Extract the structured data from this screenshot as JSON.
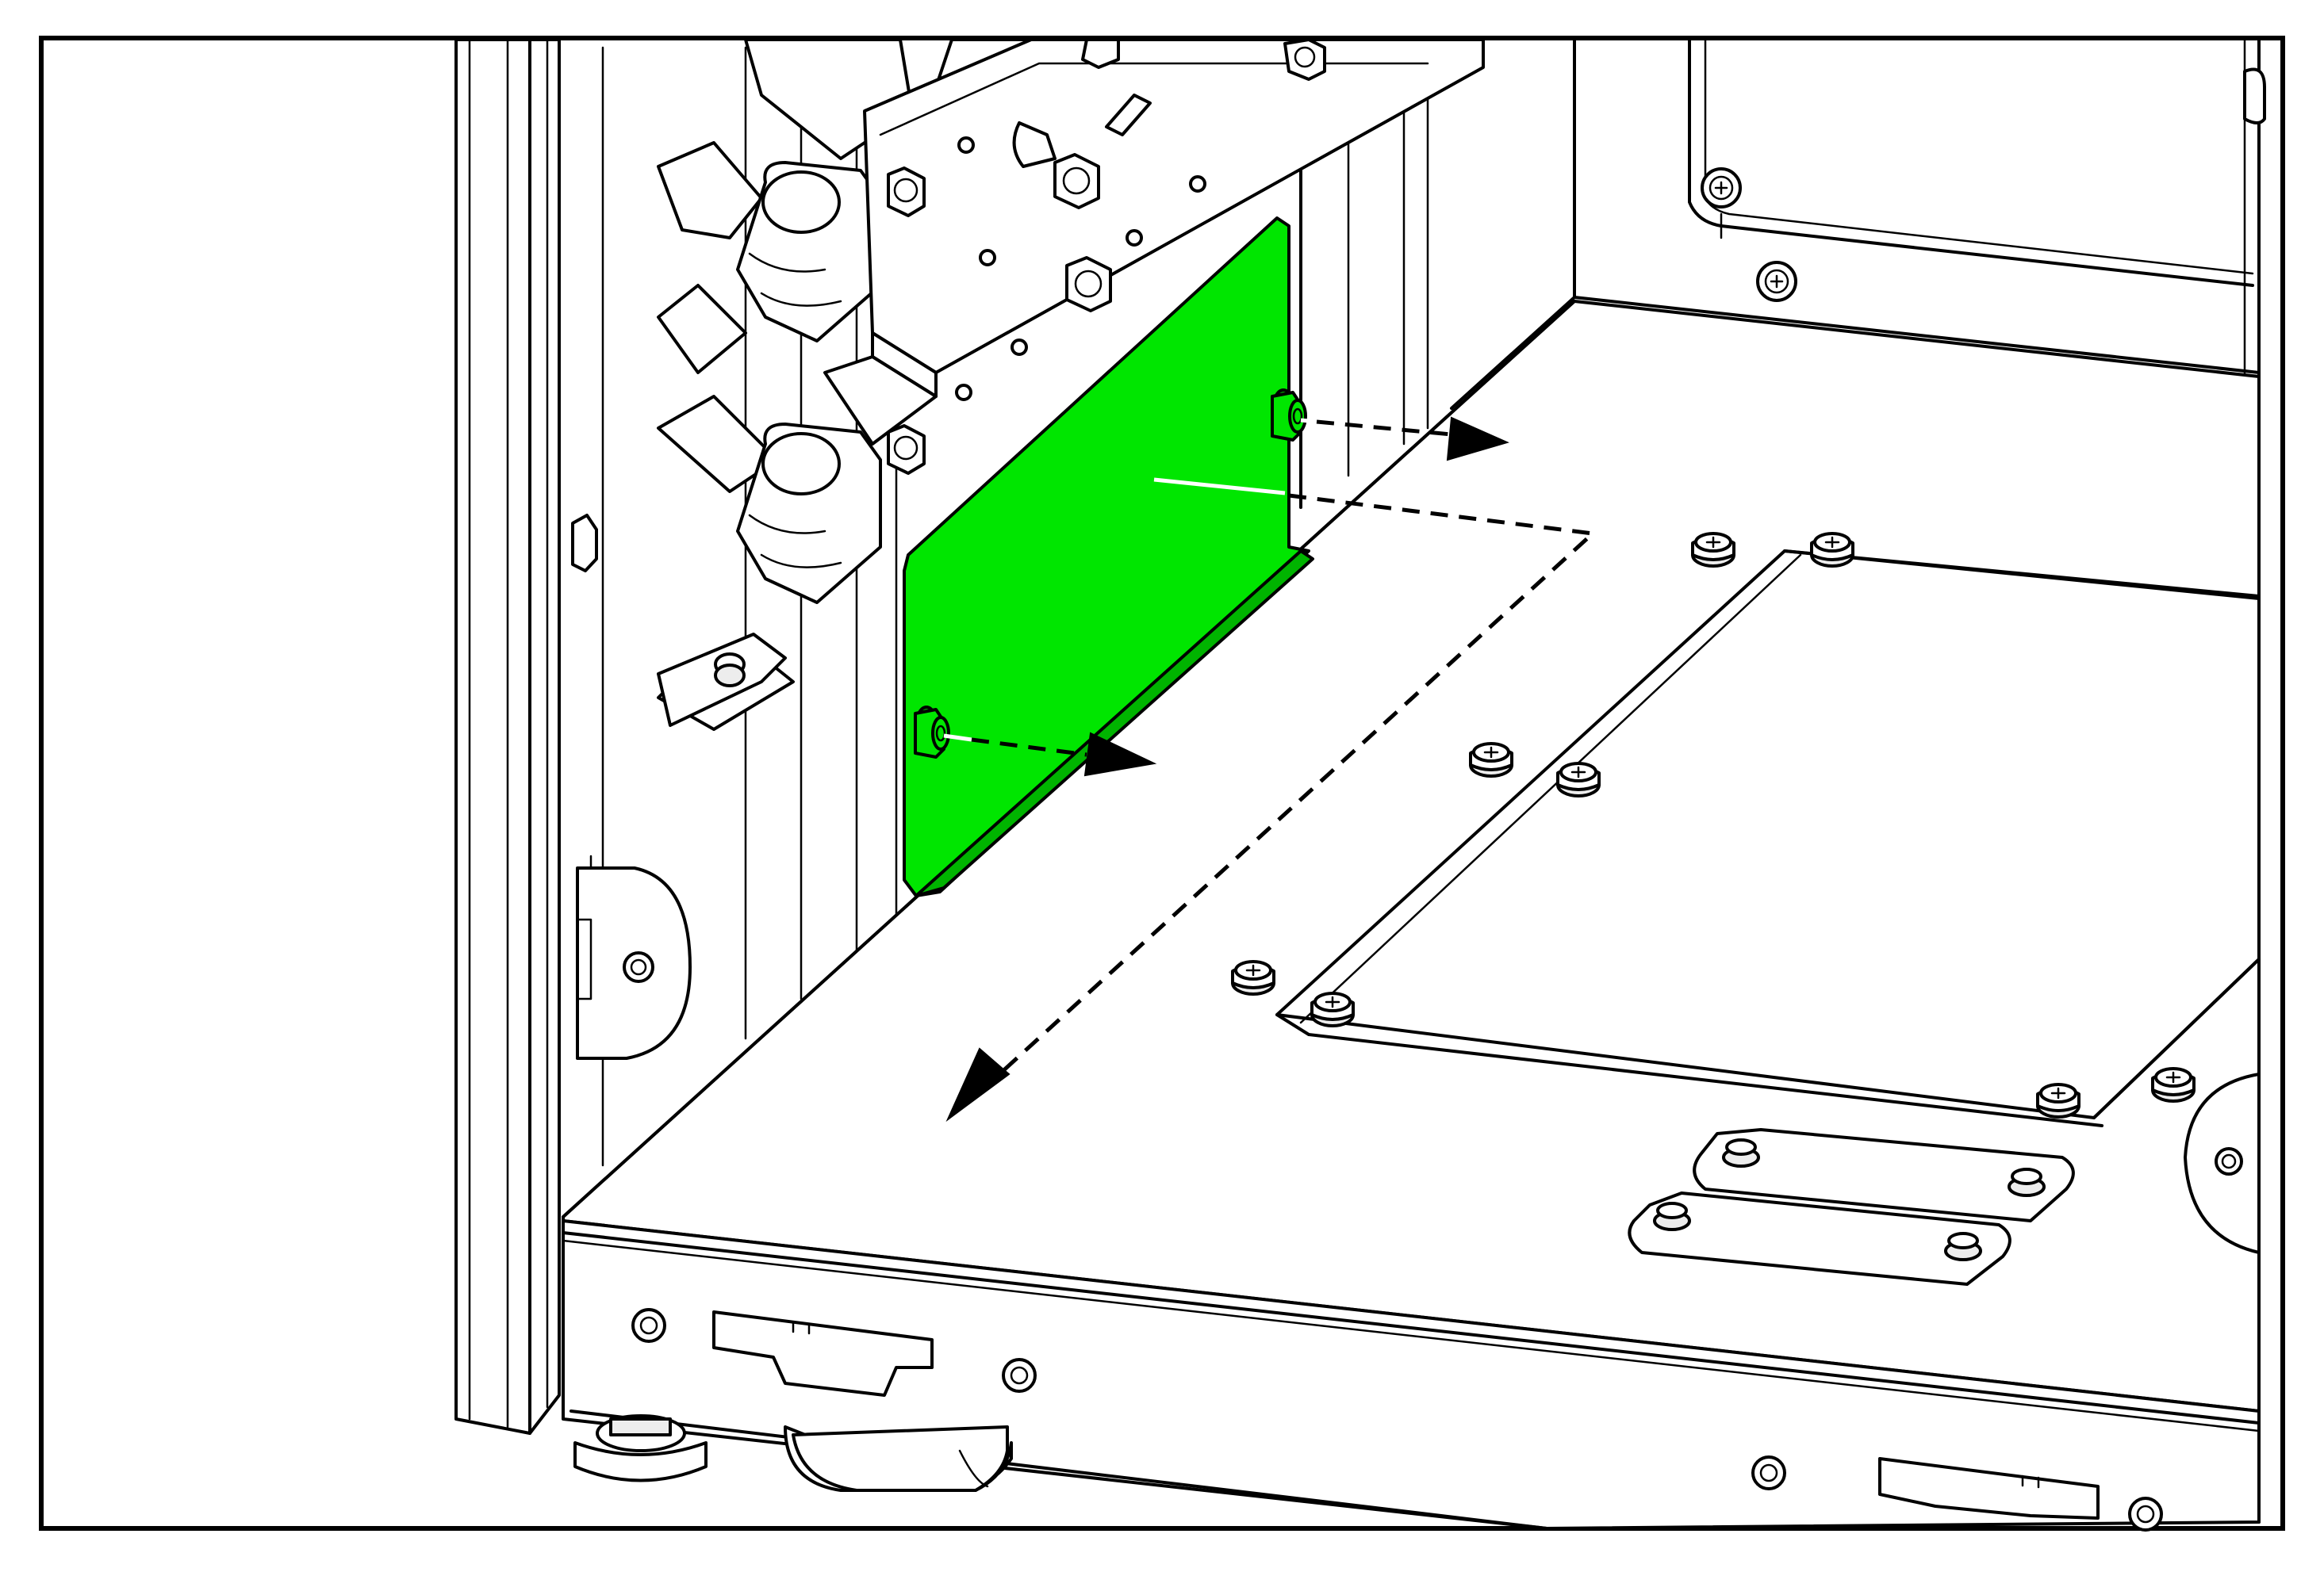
{
  "figure": {
    "highlight_part": "cover-plate",
    "colors": {
      "highlight": "#00e600",
      "highlight_dark": "#00b400",
      "line": "#000000",
      "background": "#ffffff"
    },
    "callouts": [
      {
        "kind": "removal-arrow",
        "target": "upper-screw"
      },
      {
        "kind": "removal-arrow",
        "target": "lower-screw"
      },
      {
        "kind": "removal-arrow",
        "target": "cover-plate"
      }
    ]
  }
}
